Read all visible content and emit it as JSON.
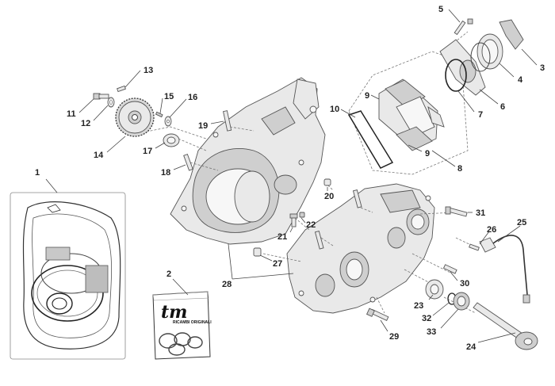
{
  "labels": {
    "c1": "1",
    "c2": "2",
    "c3": "3",
    "c4": "4",
    "c5": "5",
    "c6": "6",
    "c7": "7",
    "c8": "8",
    "c9a": "9",
    "c9b": "9",
    "c10": "10",
    "c11": "11",
    "c12": "12",
    "c13": "13",
    "c14": "14",
    "c15": "15",
    "c16": "16",
    "c17": "17",
    "c18": "18",
    "c19": "19",
    "c20": "20",
    "c21": "21",
    "c22": "22",
    "c23": "23",
    "c24": "24",
    "c25": "25",
    "c26": "26",
    "c27": "27",
    "c28": "28",
    "c29": "29",
    "c30": "30",
    "c31": "31",
    "c32": "32",
    "c33": "33"
  },
  "kit_bag": {
    "brand": "tm",
    "brand_sub": "RICAMBI ORIGINALI"
  }
}
